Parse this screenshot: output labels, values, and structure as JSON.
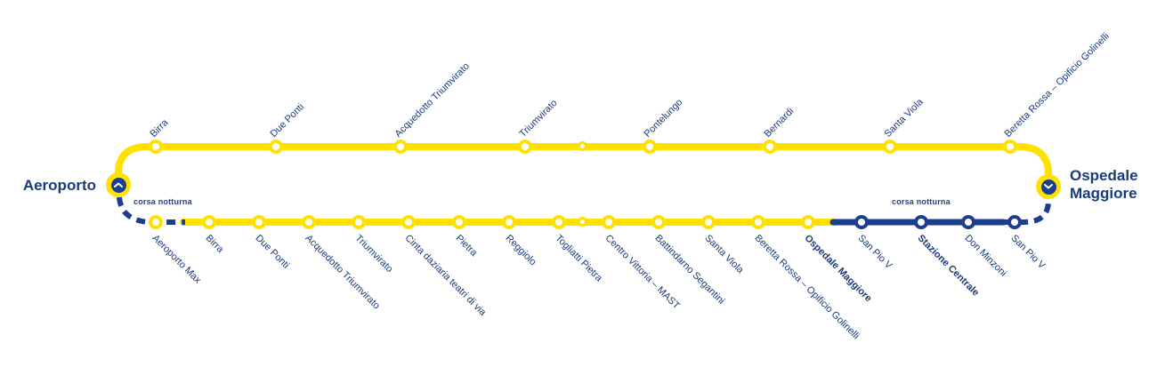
{
  "colors": {
    "yellow": "#FFE100",
    "navy": "#1C3E8E",
    "text": "#1A3A7E"
  },
  "map": {
    "terminal_left": "Aeroporto",
    "terminal_right": "Ospedale Maggiore",
    "night_left_label": "corsa notturna",
    "night_right_label": "corsa notturna"
  },
  "top_stations": [
    "Birra",
    "Due Ponti",
    "Acquedotto Triumvirato",
    "Triumvirato",
    "Pontelungo",
    "Bernardi",
    "Santa Viola",
    "Beretta Rossa – Opificio Golinelli"
  ],
  "bottom_stations": [
    "Aeroporto Max",
    "Birra",
    "Due Ponti",
    "Acquedotto Triumvirato",
    "Triumvirato",
    "Cinta daziaria teatri di via",
    "Pietra",
    "Reggiolo",
    "Togliatti Pietra",
    "Centro Vittoria – MAST",
    "Battindarno Segantini",
    "Santa Viola",
    "Beretta Rossa – Opificio Golinelli",
    "Ospedale Maggiore",
    "San Pio V",
    "Stazione Centrale",
    "Don Minzoni",
    "San Pio V"
  ]
}
